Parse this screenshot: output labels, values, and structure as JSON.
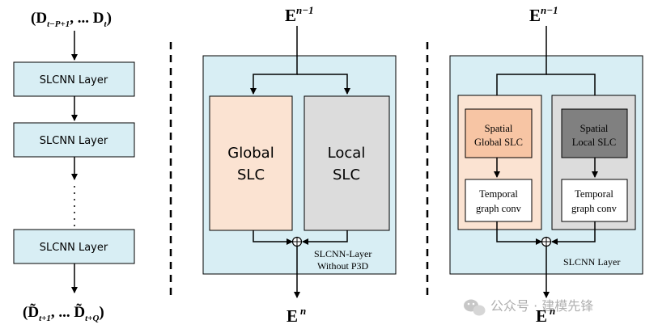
{
  "left_column": {
    "input_label": "(D",
    "input_sub_start": "t−P+1",
    "input_mid": ", ... D",
    "input_sub_end": "t",
    "input_close": ")",
    "layers": [
      "SLCNN Layer",
      "SLCNN Layer",
      "SLCNN Layer"
    ],
    "output_label": "(D̃",
    "output_sub_start": "t+1",
    "output_mid": ", ... D̃",
    "output_sub_end": "t+Q",
    "output_close": ")"
  },
  "middle_panel": {
    "input_base": "E",
    "input_sup": "n−1",
    "global_line1": "Global",
    "global_line2": "SLC",
    "local_line1": "Local",
    "local_line2": "SLC",
    "caption_line1": "SLCNN-Layer",
    "caption_line2": "Without P3D",
    "output_base": "E",
    "output_sup": "n",
    "sum_symbol": "⊕"
  },
  "right_panel": {
    "input_base": "E",
    "input_sup": "n−1",
    "spatial_global_line1": "Spatial",
    "spatial_global_line2": "Global SLC",
    "spatial_local_line1": "Spatial",
    "spatial_local_line2": "Local SLC",
    "temporal_line1": "Temporal",
    "temporal_line2": "graph conv",
    "caption": "SLCNN Layer",
    "output_base": "E",
    "output_sup": "n",
    "sum_symbol": "⊕"
  },
  "watermark": {
    "text": "公众号 · 建模先锋"
  },
  "colors": {
    "panel_bg": "#d8eef4",
    "global_fill": "#fbe3d2",
    "local_fill": "#dcdcdc",
    "spatial_local_fill": "#808080",
    "spatial_global_fill": "#f7c5a4",
    "layer_fill": "#d8eef4"
  }
}
